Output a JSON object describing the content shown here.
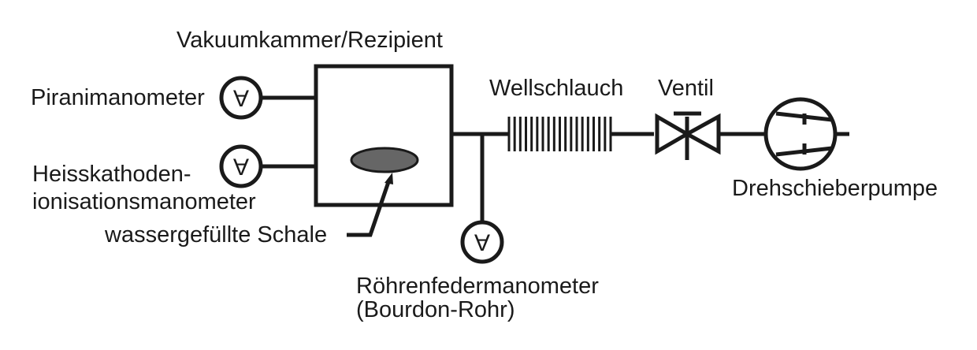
{
  "labels": {
    "chamber": "Vakuumkammer/Rezipient",
    "pirani": "Piranimanometer",
    "hot_cathode_line1": "Heisskathoden-",
    "hot_cathode_line2": "ionisationsmanometer",
    "water_dish": "wassergefüllte Schale",
    "bellows": "Wellschlauch",
    "valve": "Ventil",
    "pump": "Drehschieberpumpe",
    "bourdon_line1": "Röhrenfedermanometer",
    "bourdon_line2": "(Bourdon-Rohr)"
  },
  "gauge_symbol": "A",
  "colors": {
    "line": "#1a1a1a",
    "dish_fill": "#666666",
    "background": "#ffffff"
  },
  "icons": {
    "gauge": "pressure-gauge-icon",
    "valve": "valve-icon",
    "pump": "rotary-vane-pump-icon",
    "bellows": "bellows-hose-icon"
  }
}
